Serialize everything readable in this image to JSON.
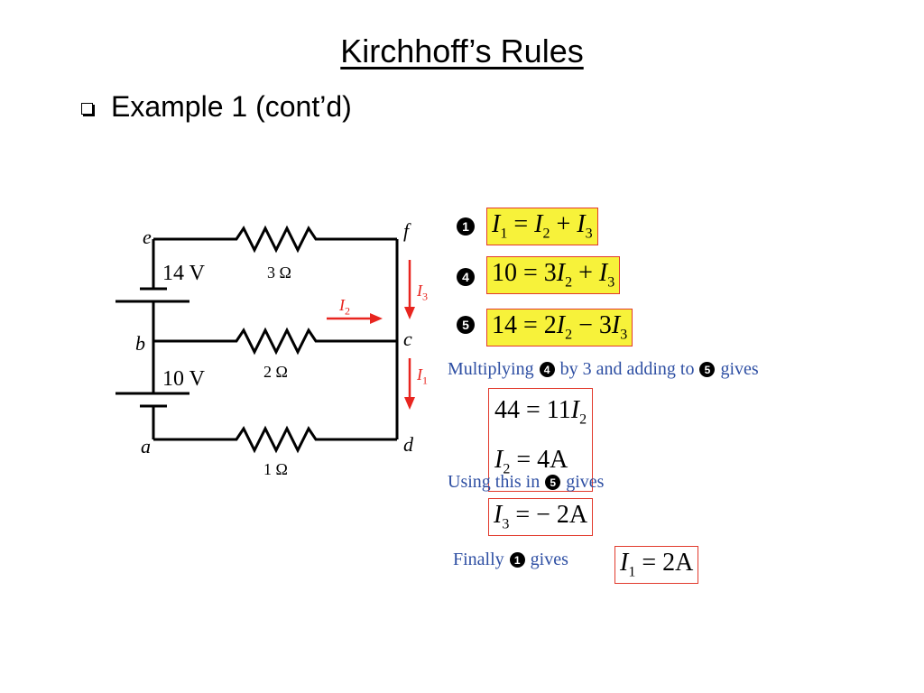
{
  "slide": {
    "title": "Kirchhoff’s Rules",
    "bullet": "Example 1 (cont’d)"
  },
  "circuit": {
    "nodes": {
      "e": "e",
      "f": "f",
      "b": "b",
      "c": "c",
      "a": "a",
      "d": "d"
    },
    "battery_top": "14 V",
    "battery_bottom": "10 V",
    "resistor_top": "3 Ω",
    "resistor_mid": "2 Ω",
    "resistor_bot": "1 Ω",
    "current_i2": "I",
    "current_i2_sub": "2",
    "current_i3": "I",
    "current_i3_sub": "3",
    "current_i1": "I",
    "current_i1_sub": "1"
  },
  "equations": {
    "eq1_marker": "1",
    "eq1": {
      "a": "I",
      "a_sub": "1",
      "eq": " = ",
      "b": "I",
      "b_sub": "2",
      "op": " + ",
      "c": "I",
      "c_sub": "3"
    },
    "eq4_marker": "4",
    "eq4": {
      "lhs": "10 = 3",
      "b": "I",
      "b_sub": "2",
      "op": " + ",
      "c": "I",
      "c_sub": "3"
    },
    "eq5_marker": "5",
    "eq5": {
      "lhs": "14 = 2",
      "b": "I",
      "b_sub": "2",
      "op": " − 3",
      "c": "I",
      "c_sub": "3"
    },
    "multiply_text_1": "Multiplying",
    "multiply_marker_a": "4",
    "multiply_text_2": "by 3 and adding to",
    "multiply_marker_b": "5",
    "multiply_text_3": "gives",
    "res1_line1": {
      "lhs": "44 = 11",
      "v": "I",
      "v_sub": "2"
    },
    "res1_line2": {
      "v": "I",
      "v_sub": "2",
      "rhs": " = 4A"
    },
    "using_text_1": "Using this in",
    "using_marker": "5",
    "using_text_2": "gives",
    "res2": {
      "v": "I",
      "v_sub": "3",
      "rhs": " = − 2A"
    },
    "finally_text_1": "Finally",
    "finally_marker": "1",
    "finally_text_2": "gives",
    "res3": {
      "v": "I",
      "v_sub": "1",
      "rhs": " = 2A"
    }
  },
  "colors": {
    "highlight": "#f7f23a",
    "box_border": "#e23a2c",
    "arrow_red": "#e8251f",
    "text_blue": "#2e4fa3"
  }
}
